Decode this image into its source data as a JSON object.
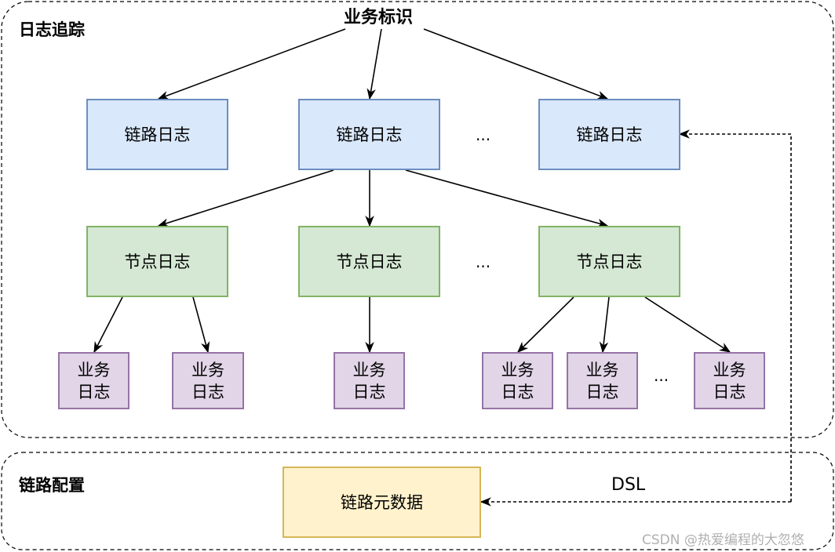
{
  "top_label": "业务标识",
  "groups": {
    "tracking": {
      "label": "日志追踪"
    },
    "config": {
      "label": "链路配置"
    }
  },
  "trace_logs": [
    "链路日志",
    "链路日志",
    "链路日志"
  ],
  "node_logs": [
    "节点日志",
    "节点日志",
    "节点日志"
  ],
  "business_logs": [
    [
      "业务",
      "日志"
    ],
    [
      "业务",
      "日志"
    ],
    [
      "业务",
      "日志"
    ],
    [
      "业务",
      "日志"
    ],
    [
      "业务",
      "日志"
    ],
    [
      "业务",
      "日志"
    ]
  ],
  "ellipsis": "...",
  "metadata_box": "链路元数据",
  "dsl_label": "DSL",
  "watermark": "CSDN @热爱编程的大忽悠",
  "colors": {
    "trace": "#dae8fc",
    "node": "#d5e8d4",
    "business": "#e1d5e7",
    "metadata": "#fff2cc"
  }
}
